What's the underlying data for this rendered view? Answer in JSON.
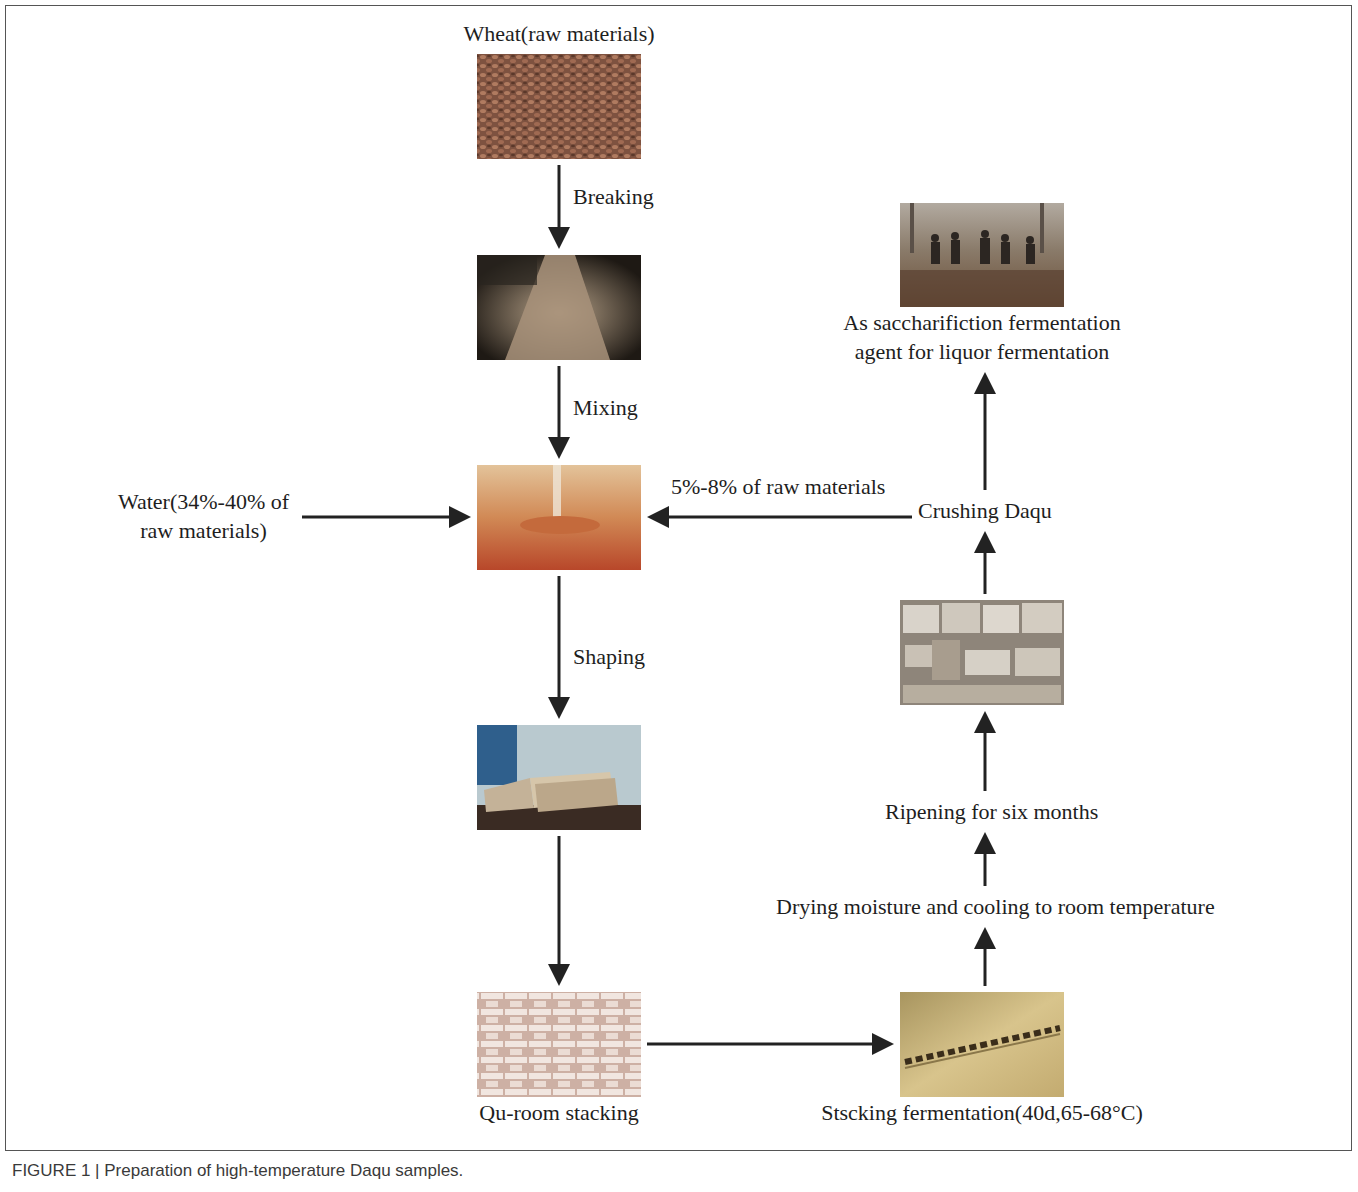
{
  "diagram": {
    "caption": "FIGURE 1 | Preparation of high-temperature Daqu samples.",
    "nodes": [
      {
        "text": [
          "Wheat(raw materials)"
        ]
      },
      {
        "text": []
      },
      {
        "text": []
      },
      {
        "text": []
      },
      {
        "text": [
          "Qu-room stacking"
        ]
      },
      {
        "text": [
          "Stscking fermentation(40d,65-68°C)"
        ]
      },
      {
        "text": [
          "Drying moisture and cooling to room temperature"
        ]
      },
      {
        "text": [
          "Ripening for six months"
        ]
      },
      {
        "text": []
      },
      {
        "text": [
          "Crushing Daqu"
        ]
      },
      {
        "text": [
          "As saccharifiction fermentation agent for liquor fermentation"
        ]
      },
      {
        "text": [
          "Water(34%-40% of raw materials)"
        ]
      }
    ],
    "edges": [
      {
        "from": 0,
        "to": 1,
        "label": "Breaking",
        "arrow": "to"
      },
      {
        "from": 1,
        "to": 2,
        "label": "Mixing",
        "arrow": "to"
      },
      {
        "from": 2,
        "to": 3,
        "label": "Shaping",
        "arrow": "to"
      },
      {
        "from": 3,
        "to": 4,
        "arrow": "to"
      },
      {
        "from": 4,
        "to": 5,
        "arrow": "to"
      },
      {
        "from": 5,
        "to": 6,
        "arrow": "to"
      },
      {
        "from": 6,
        "to": 7,
        "arrow": "to"
      },
      {
        "from": 7,
        "to": 8,
        "arrow": "to"
      },
      {
        "from": 8,
        "to": 9,
        "arrow": "to"
      },
      {
        "from": 9,
        "to": 10,
        "arrow": "to"
      },
      {
        "from": 9,
        "to": 2,
        "label": "5%-8% of raw materials",
        "arrow": "to"
      },
      {
        "from": 11,
        "to": 2,
        "arrow": "to"
      }
    ]
  }
}
